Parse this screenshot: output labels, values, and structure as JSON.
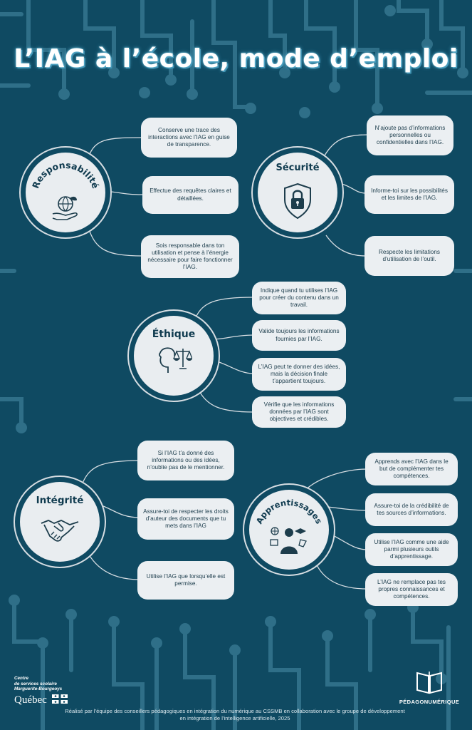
{
  "title": "L’IAG à l’école, mode d’emploi",
  "sections": {
    "responsabilite": {
      "label": "Responsabilité",
      "icon": "globe-hand-icon",
      "items": [
        "Conserve une trace des interactions avec l’IAG en guise de transparence.",
        "Effectue des requêtes claires et détaillées.",
        "Sois responsable dans ton utilisation et pense à l’énergie nécessaire pour faire fonctionner l’IAG."
      ]
    },
    "securite": {
      "label": "Sécurité",
      "icon": "lock-shield-icon",
      "items": [
        "N’ajoute pas d’informations personnelles ou confidentielles dans l’IAG.",
        "Informe-toi sur les possibilités et les limites de l’IAG.",
        "Respecte les limitations d’utilisation de l’outil."
      ]
    },
    "ethique": {
      "label": "Éthique",
      "icon": "head-scale-icon",
      "items": [
        "Indique quand tu utilises l’IAG pour créer du contenu dans un travail.",
        "Valide toujours les informations fournies par l’IAG.",
        "L’IAG peut te donner des idées, mais la décision finale t’appartient toujours.",
        "Vérifie que les informations données par l’IAG sont objectives et crédibles."
      ]
    },
    "integrite": {
      "label": "Intégrité",
      "icon": "handshake-icon",
      "items": [
        "Si l’IAG t’a donné des informations ou des idées, n’oublie pas de le mentionner.",
        "Assure-toi de respecter les droits d’auteur des documents que tu mets dans l’IAG",
        "Utilise l’IAG que lorsqu’elle est permise."
      ]
    },
    "apprentissages": {
      "label": "Apprentissages",
      "icon": "student-icon",
      "items": [
        "Apprends avec l’IAG dans le but de complémenter tes compétences.",
        "Assure-toi de la crédibilité de tes sources d’informations.",
        "Utilise l’IAG comme une aide parmi plusieurs outils d’apprentissage.",
        "L’IAG ne remplace pas tes propres connaissances et compétences."
      ]
    }
  },
  "footer": {
    "credit": "Réalisé par l’équipe des conseillers pédagogiques en intégration du numérique au CSSMB en collaboration avec le groupe de développement en intégration de l’intelligence artificielle, 2025",
    "org_line1": "Centre",
    "org_line2": "de services scolaire",
    "org_line3": "Marguerite-Bourgeoys",
    "quebec": "Québec",
    "brand": "PÉDAGONUMÉRIQUE"
  },
  "colors": {
    "background": "#0f4a62",
    "circuit": "#3d7a91",
    "box": "#ebeff2",
    "text_dark": "#1d3d4c"
  }
}
